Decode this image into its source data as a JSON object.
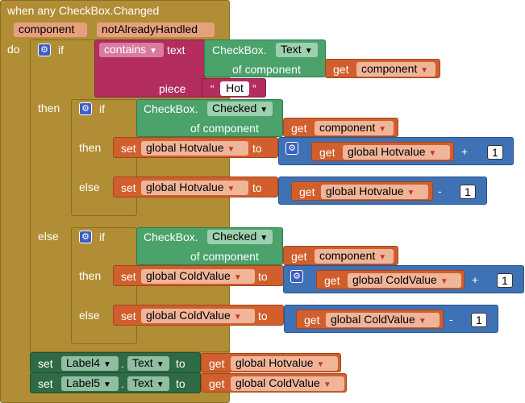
{
  "event": {
    "title": "when any CheckBox.Changed",
    "params": [
      "component",
      "notAlreadyHandled"
    ],
    "do_label": "do"
  },
  "keywords": {
    "if": "if",
    "then": "then",
    "else": "else",
    "set": "set",
    "to": "to",
    "get": "get",
    "of_component": "of component"
  },
  "condition": {
    "op": "contains",
    "text_label": "text",
    "piece_label": "piece",
    "piece_value": "Hot",
    "quote_open": "“",
    "quote_close": "”",
    "comp_type": "CheckBox.",
    "comp_prop": "Text",
    "var": "component"
  },
  "inner_if1": {
    "comp_type": "CheckBox.",
    "comp_prop": "Checked",
    "var": "component",
    "then_var": "global Hotvalue",
    "then_get": "global Hotvalue",
    "then_op": "+",
    "then_num": "1",
    "else_var": "global Hotvalue",
    "else_get": "global Hotvalue",
    "else_op": "-",
    "else_num": "1"
  },
  "inner_if2": {
    "comp_type": "CheckBox.",
    "comp_prop": "Checked",
    "var": "component",
    "then_var": "global ColdValue",
    "then_get": "global ColdValue",
    "then_op": "+",
    "then_num": "1",
    "else_var": "global ColdValue",
    "else_get": "global ColdValue",
    "else_op": "-",
    "else_num": "1"
  },
  "label_sets": [
    {
      "comp": "Label4",
      "dot": ".",
      "prop": "Text",
      "get": "global Hotvalue"
    },
    {
      "comp": "Label5",
      "dot": ".",
      "prop": "Text",
      "get": "global ColdValue"
    }
  ],
  "colors": {
    "event": "#B18E35",
    "component": "#4BA26B",
    "text": "#B32D5E",
    "variable": "#D05F2D",
    "math": "#3F71B5",
    "component_set": "#2E6B45"
  }
}
